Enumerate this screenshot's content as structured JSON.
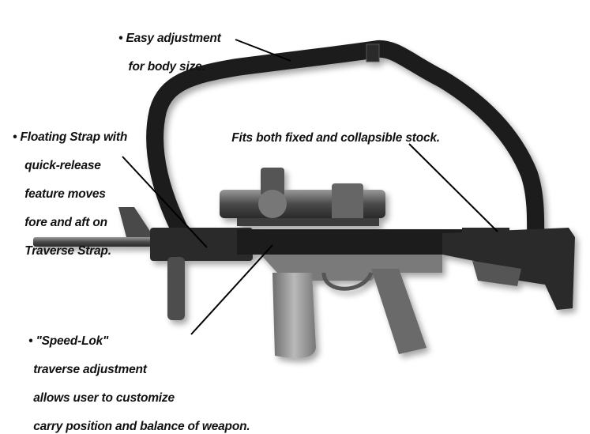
{
  "figure": {
    "subject": "rifle with traverse sling",
    "colors": {
      "background": "#ffffff",
      "text": "#111111",
      "strap": "#1e1e1e",
      "metal": "#3a3a3a",
      "metal_light": "#8a8a8a",
      "leader": "#000000"
    }
  },
  "callouts": [
    {
      "id": "easy-adjustment",
      "bullet": "•",
      "lines": [
        "Easy adjustment",
        "   for body size."
      ]
    },
    {
      "id": "floating-strap",
      "bullet": "•",
      "lines": [
        "Floating Strap with",
        "quick-release",
        "feature moves",
        "fore and aft on",
        "Traverse Strap."
      ]
    },
    {
      "id": "fits-stock",
      "bullet": "",
      "lines": [
        "Fits both fixed and collapsible stock."
      ]
    },
    {
      "id": "speed-lok",
      "bullet": "•",
      "lines": [
        "\"Speed-Lok\"",
        "traverse adjustment",
        "allows user to customize",
        "carry position and balance of weapon."
      ]
    }
  ]
}
